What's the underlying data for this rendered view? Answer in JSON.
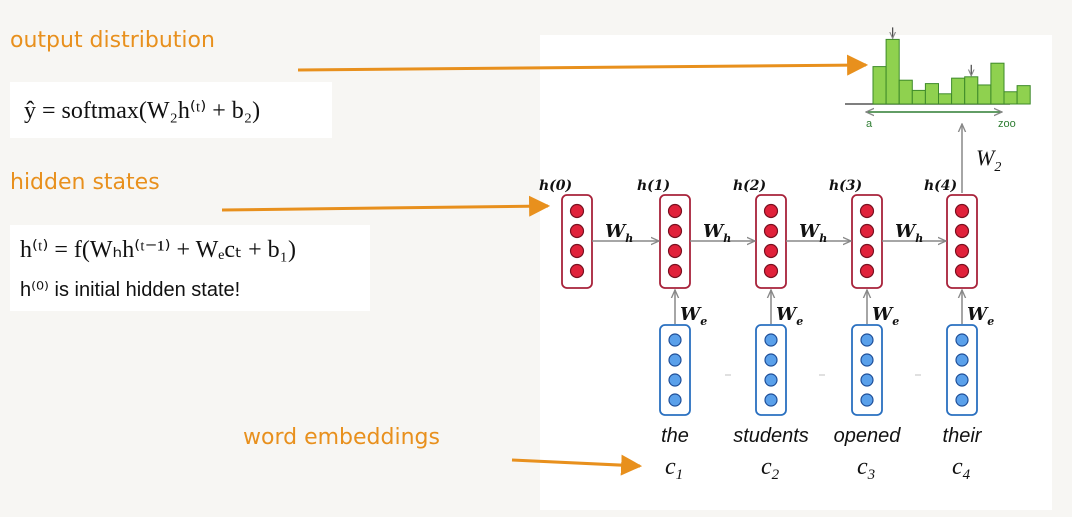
{
  "labels": {
    "output": "output distribution",
    "hidden": "hidden states",
    "embed": "word embeddings"
  },
  "equations": {
    "output_eq": "ŷ = softmax(W₂h⁽ᵗ⁾ + b₂)",
    "hidden_eq": "h⁽ᵗ⁾ = f(Wₕh⁽ᵗ⁻¹⁾ + Wₑcₜ + b₁)",
    "initial_note": "h⁽⁰⁾ is initial hidden state!"
  },
  "diagram": {
    "hidden_labels": [
      "h(0)",
      "h(1)",
      "h(2)",
      "h(3)",
      "h(4)"
    ],
    "hidden_weight": "W",
    "hidden_weight_sub": "h",
    "embed_weight": "W",
    "embed_weight_sub": "e",
    "output_weight": "W",
    "output_weight_sub": "2",
    "words": [
      "the",
      "students",
      "opened",
      "their"
    ],
    "word_vars": [
      "c",
      "c",
      "c",
      "c"
    ],
    "word_var_subs": [
      "1",
      "2",
      "3",
      "4"
    ],
    "axis_start": "a",
    "axis_end": "zoo",
    "histogram_values": [
      0.55,
      0.95,
      0.35,
      0.2,
      0.3,
      0.15,
      0.38,
      0.4,
      0.28,
      0.6,
      0.18,
      0.27
    ]
  },
  "colors": {
    "accent": "#e8901d",
    "hidden_stroke": "#a8223a",
    "hidden_fill": "#e0213a",
    "embed_stroke": "#2a70c0",
    "embed_fill": "#5aa0ea",
    "bar_fill": "#8fd14f",
    "bar_stroke": "#3e8a2a"
  }
}
